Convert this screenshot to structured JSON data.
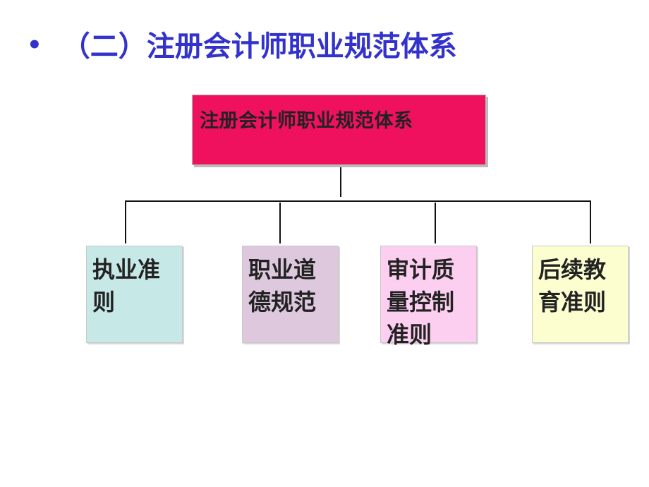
{
  "slide": {
    "bullet": "•",
    "title": "（二）注册会计师职业规范体系"
  },
  "diagram": {
    "root": {
      "label": "注册会计师职业规范体系",
      "color": "#f0115e"
    },
    "children": [
      {
        "label": "执业准则",
        "color": "#c6e8e6"
      },
      {
        "label": "职业道德规范",
        "color": "#ddc8dd"
      },
      {
        "label": "审计质量控制准则",
        "color": "#fccef0"
      },
      {
        "label": "后续教育准则",
        "color": "#fdfed0"
      }
    ],
    "line_color": "#111111"
  }
}
